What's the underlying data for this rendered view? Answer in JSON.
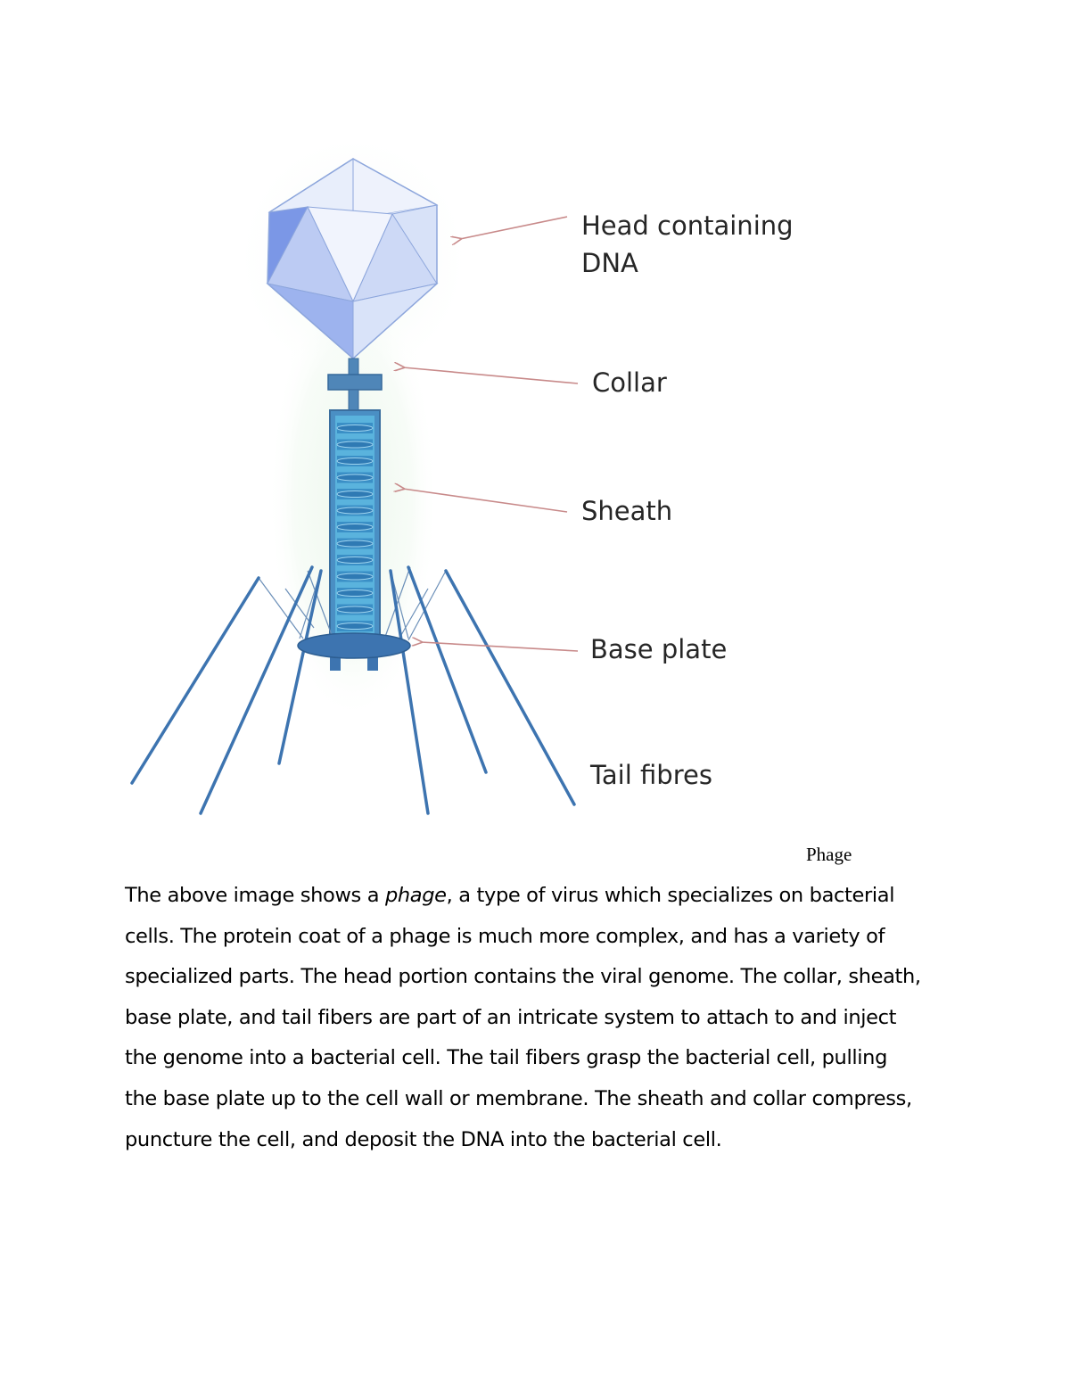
{
  "figure": {
    "labels": {
      "head": [
        "Head containing",
        "DNA"
      ],
      "collar": "Collar",
      "sheath": "Sheath",
      "base_plate": "Base plate",
      "tail_fibres": "Tail fibres"
    },
    "colors": {
      "head_light": "#e6eefb",
      "head_dark": "#7d9ae8",
      "tail_blue": "#3d74b0",
      "sheath_cyan": "#4aa6d4",
      "arrow": "#c88a8a"
    }
  },
  "caption": "Phage",
  "paragraph": {
    "before_italic": "The above image shows a ",
    "italic_word": "phage",
    "line1_rest": ", a type of virus which specializes on bacterial",
    "line2": "cells. The protein coat of a phage is much more complex, and has a variety of",
    "line3": "specialized parts. The head portion contains the viral genome. The collar, sheath,",
    "line4": "base plate, and tail fibers are part of an intricate system to attach to and inject",
    "line5": "the genome into a bacterial cell. The tail fibers grasp the bacterial cell, pulling",
    "line6": "the base plate up to the cell wall or membrane. The sheath and collar compress,",
    "line7": "puncture the cell, and deposit the DNA into the bacterial cell."
  }
}
